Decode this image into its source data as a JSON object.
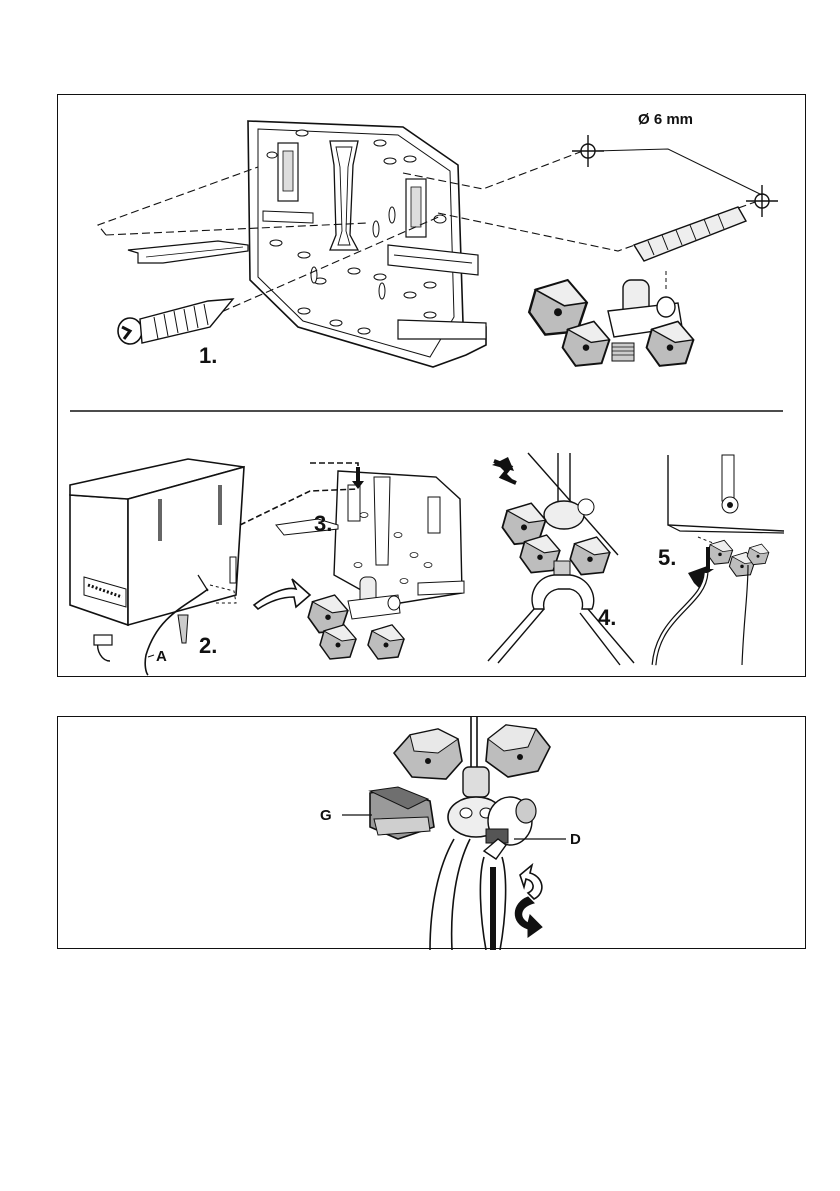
{
  "top_panel": {
    "dimension_label": "Ø 6 mm",
    "steps": [
      "1.",
      "2.",
      "3.",
      "4.",
      "5."
    ],
    "cable_label": "A"
  },
  "bottom_panel": {
    "label_g": "G",
    "label_d": "D"
  },
  "colors": {
    "line": "#111111",
    "knob_light": "#bdbdbd",
    "knob_dark": "#6f6f6f",
    "knob_mid": "#9a9a9a"
  }
}
